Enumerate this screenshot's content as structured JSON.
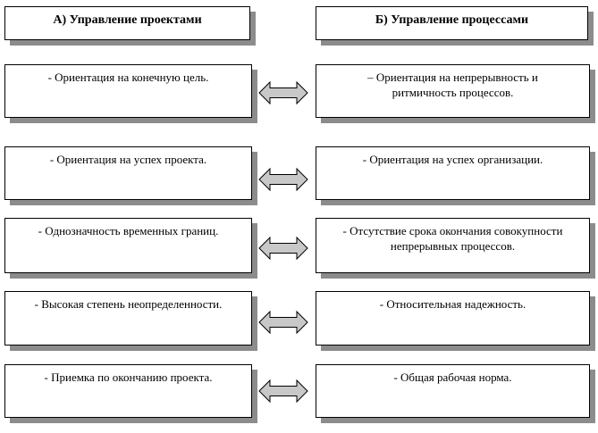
{
  "headers": {
    "left": "А) Управление проектами",
    "right": "Б) Управление процессами"
  },
  "rows": [
    {
      "left": "- Ориентация на конечную цель.",
      "right": "– Ориентация на непрерывность и\nритмичность процессов."
    },
    {
      "left": "- Ориентация на успех проекта.",
      "right": "- Ориентация на успех организации."
    },
    {
      "left": "-  Однозначность временных границ.",
      "right": "- Отсутствие срока окончания совокупности\nнепрерывных процессов."
    },
    {
      "left": "- Высокая степень неопределенности.",
      "right": "- Относительная надежность."
    },
    {
      "left": "- Приемка по окончанию проекта.",
      "right": "- Общая рабочая норма."
    }
  ],
  "colors": {
    "shadow": "#8c8c8c",
    "arrow_fill": "#c8c8c8",
    "border": "#000000"
  }
}
